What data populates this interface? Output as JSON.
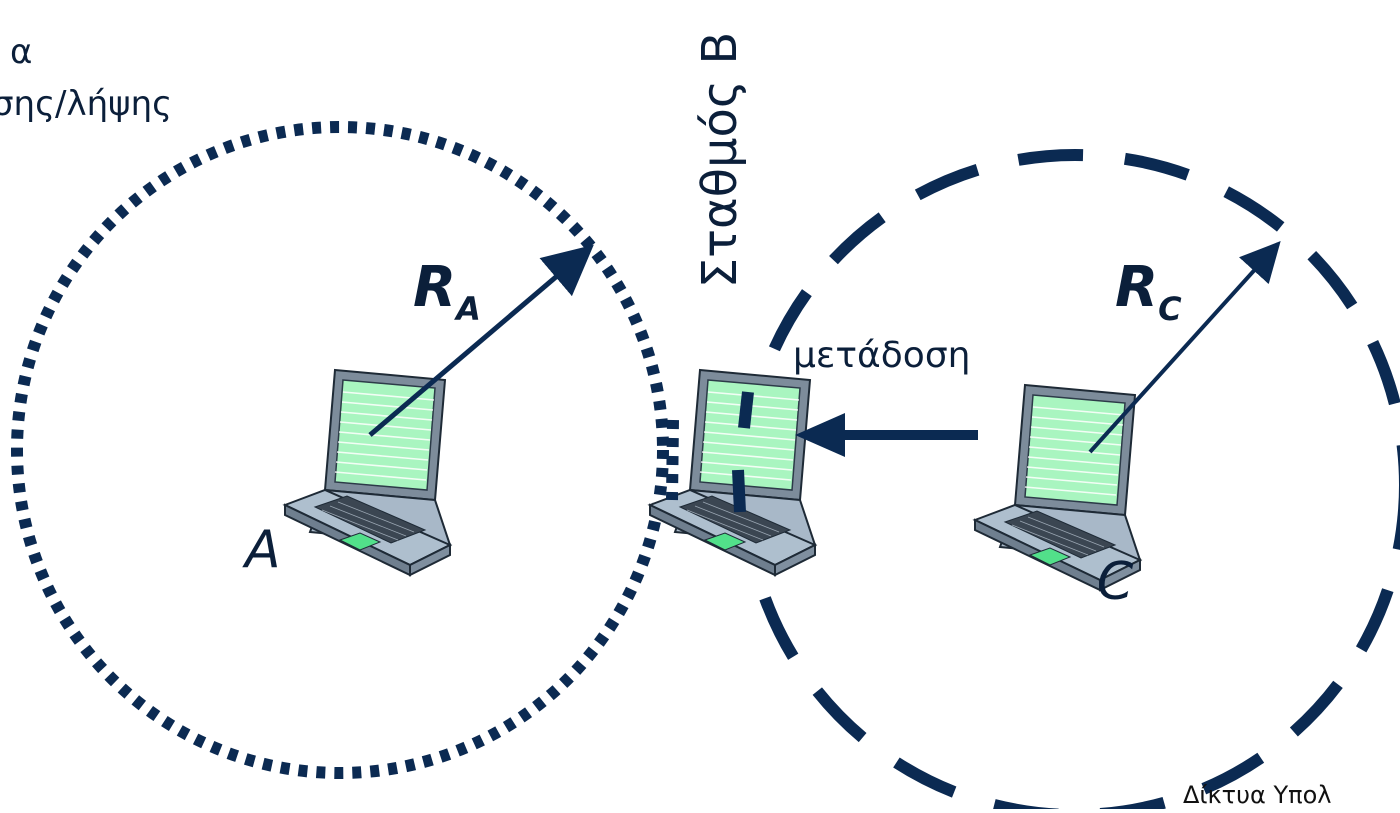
{
  "range_label": {
    "line1": "α",
    "line2": "σης/λήψης"
  },
  "station_b": "Σταθμός B",
  "radius_a": {
    "main": "R",
    "sub": "A"
  },
  "radius_c": {
    "main": "R",
    "sub": "C"
  },
  "transmission": "μετάδοση",
  "station_a": "A",
  "station_c": "C",
  "footer": "Δίκτυα Υπολ",
  "colors": {
    "navy": "#0b2a52",
    "screen": "#a9f5c0",
    "laptop_body": "#a8b8c8"
  }
}
